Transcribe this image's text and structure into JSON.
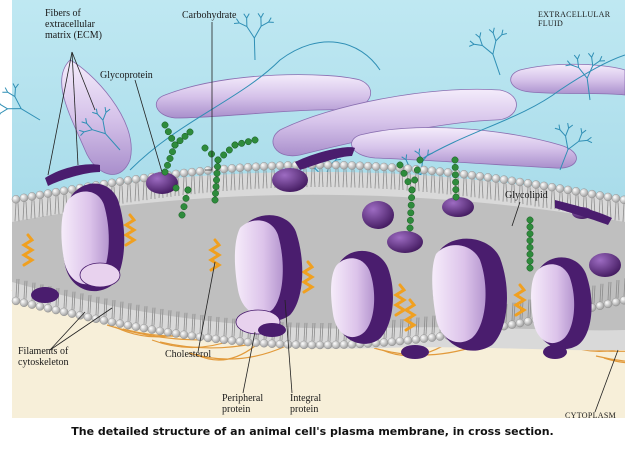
{
  "labels": {
    "ecm": "Fibers of\nextracellular\nmatrix (ECM)",
    "carbohydrate": "Carbohydrate",
    "extracellular_fluid": "EXTRACELLULAR\nFLUID",
    "glycoprotein": "Glycoprotein",
    "glycolipid": "Glycolipid",
    "filaments": "Filaments of\ncytoskeleton",
    "cholesterol": "Cholesterol",
    "peripheral_protein": "Peripheral\nprotein",
    "integral_protein": "Integral\nprotein",
    "cytoplasm": "CYTOPLASM"
  },
  "caption": "The detailed structure of an animal cell's plasma membrane, in cross section.",
  "colors": {
    "extracellular": "#a8dcea",
    "membrane_shade": "#c8c8c8",
    "protein_light": "#e8d2ee",
    "protein_dark": "#4a1d6e",
    "ecm_fiber": "#d9c8ec",
    "carbohydrate_chain": "#2e8b3c",
    "cytoskeleton": "#e0912a",
    "cholesterol": "#f0a020"
  }
}
